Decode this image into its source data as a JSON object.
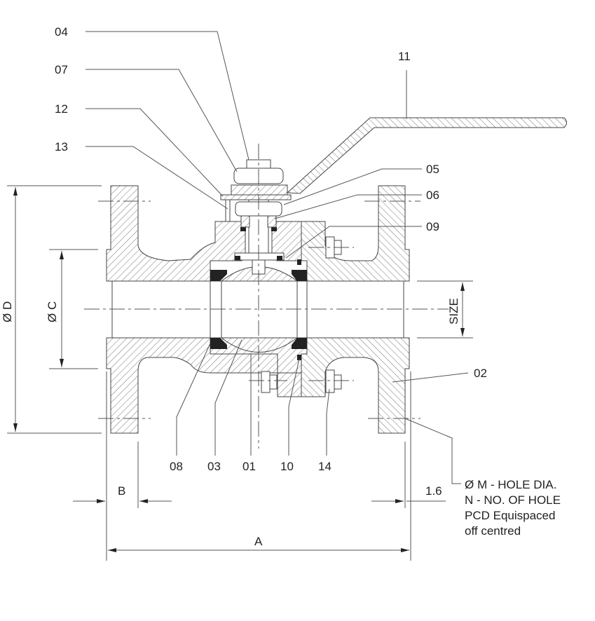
{
  "drawing": {
    "part_labels": {
      "p04": "04",
      "p07": "07",
      "p12": "12",
      "p13": "13",
      "p11": "11",
      "p05": "05",
      "p06": "06",
      "p09": "09",
      "p02": "02",
      "p08": "08",
      "p03": "03",
      "p01": "01",
      "p10": "10",
      "p14": "14"
    },
    "dimensions": {
      "od": "Ø D",
      "oc": "Ø C",
      "size": "SIZE",
      "b": "B",
      "a": "A",
      "offset": "1.6"
    },
    "note_lines": [
      "Ø M - HOLE DIA.",
      "N - NO. OF HOLE",
      "PCD Equispaced",
      "off centred"
    ]
  }
}
